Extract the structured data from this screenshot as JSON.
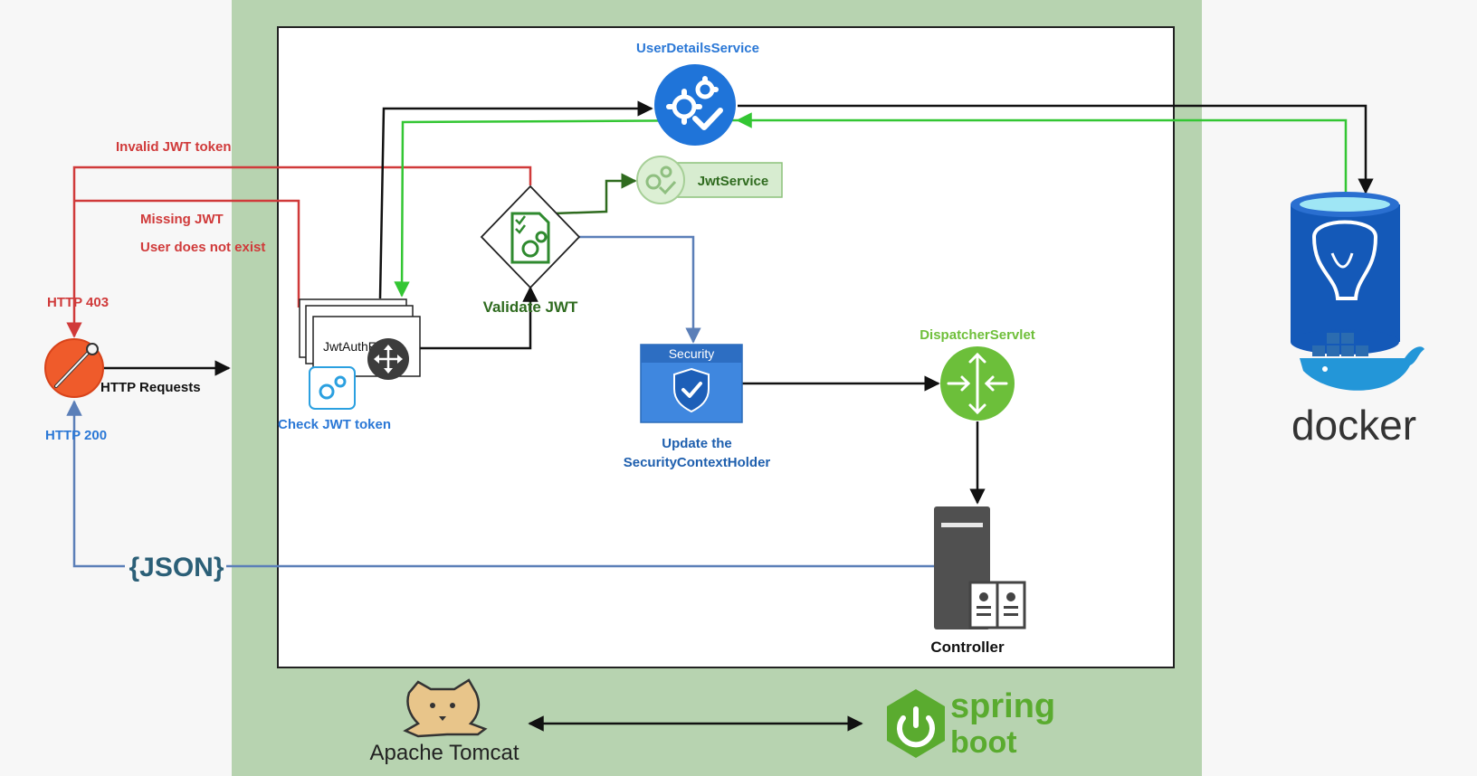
{
  "colors": {
    "green_frame": "#b7d3b0",
    "red": "#d03a3a",
    "green_flow": "#33c633",
    "dark_green": "#2f6b1f",
    "blue_flow": "#5b7fb8",
    "black": "#111111",
    "blue_text": "#2b78d6",
    "jwt_green": "#6fa84f"
  },
  "labels": {
    "user_details_service": "UserDetailsService",
    "jwt_service": "JwtService",
    "invalid_jwt_token": "Invalid JWT token",
    "missing_jwt": "Missing JWT",
    "user_does_not_exist": "User does not exist",
    "http_403": "HTTP 403",
    "http_requests": "HTTP Requests",
    "http_200": "HTTP 200",
    "jwt_auth_filter": "JwtAuthFilter",
    "check_jwt_token": "Check JWT token",
    "validate_jwt": "Validate JWT",
    "security_header": "Security",
    "update_line1": "Update the",
    "update_line2": "SecurityContextHolder",
    "dispatcher_servlet": "DispatcherServlet",
    "controller": "Controller",
    "json": "{JSON}",
    "apache_tomcat": "Apache Tomcat",
    "spring": "spring",
    "boot": "boot",
    "docker": "docker"
  },
  "icons": {
    "client": "postman-icon",
    "user_details": "gears-check-icon",
    "jwt_service": "gears-check-icon",
    "validate": "document-gears-icon",
    "filter": "gears-icon",
    "move": "move-cursor-icon",
    "security": "shield-check-icon",
    "dispatcher": "merge-arrows-icon",
    "controller": "server-book-icon",
    "database": "postgres-docker-icon",
    "tomcat": "tomcat-cat-icon",
    "spring": "power-icon"
  }
}
